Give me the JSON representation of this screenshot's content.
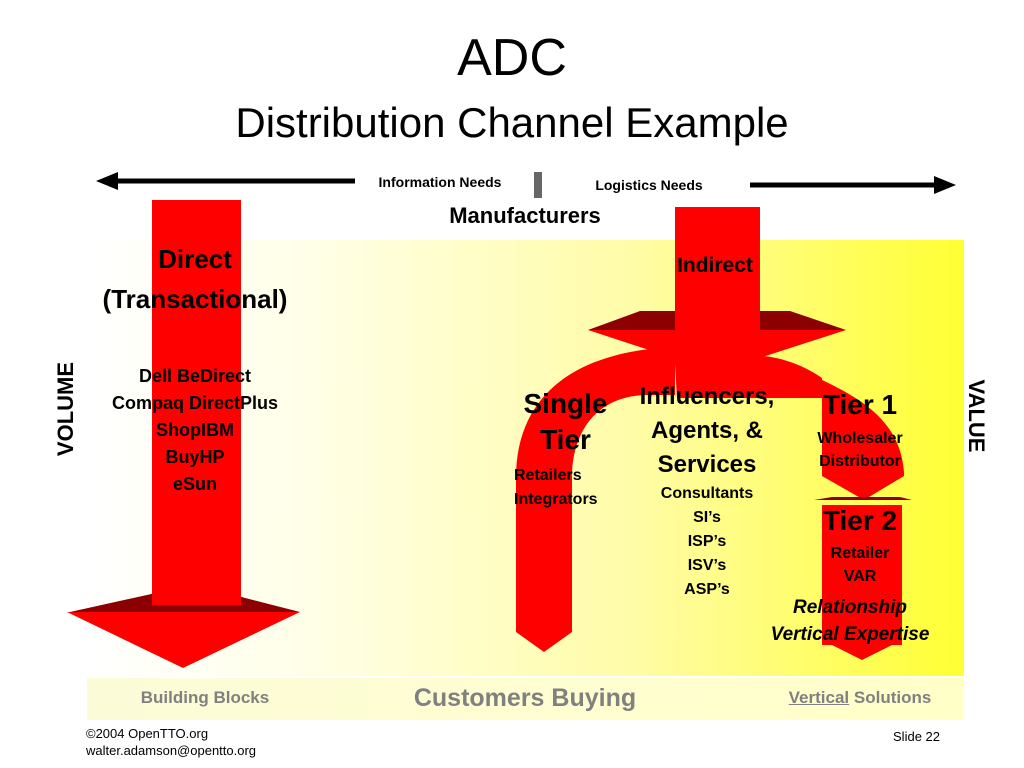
{
  "title": {
    "main": "ADC",
    "sub": "Distribution Channel Example"
  },
  "top": {
    "information_needs": "Information Needs",
    "logistics_needs": "Logistics Needs",
    "manufacturers": "Manufacturers"
  },
  "axis": {
    "left": "VOLUME",
    "right": "VALUE"
  },
  "direct": {
    "line1": "Direct",
    "line2": "(Transactional)",
    "examples": [
      "Dell BeDirect",
      "Compaq DirectPlus",
      "ShopIBM",
      "BuyHP",
      "eSun"
    ]
  },
  "indirect": {
    "label": "Indirect"
  },
  "single_tier": {
    "line1": "Single",
    "line2": "Tier",
    "items": [
      "Retailers",
      "Integrators"
    ]
  },
  "influencers": {
    "heading": [
      "Influencers,",
      "Agents, &",
      "Services"
    ],
    "items": [
      "Consultants",
      "SI’s",
      "ISP’s",
      "ISV’s",
      "ASP’s"
    ]
  },
  "tier1": {
    "heading": "Tier 1",
    "items": [
      "Wholesaler",
      "Distributor"
    ]
  },
  "tier2": {
    "heading": "Tier 2",
    "items": [
      "Retailer",
      "VAR"
    ]
  },
  "relationship": {
    "line1": "Relationship",
    "line2": "Vertical Expertise"
  },
  "bottom": {
    "building_blocks": "Building Blocks",
    "customers_buying": "Customers Buying",
    "vertical": "Vertical",
    "solutions": "Solutions"
  },
  "footer": {
    "copyright": "©2004 OpenTTO.org",
    "email": "walter.adamson@opentto.org",
    "slide": "Slide 22"
  },
  "colors": {
    "arrow_red": "#ff0000",
    "arrow_dark": "#8b0000",
    "muted_gray": "#808080",
    "value_yellow": "#ffff33"
  }
}
